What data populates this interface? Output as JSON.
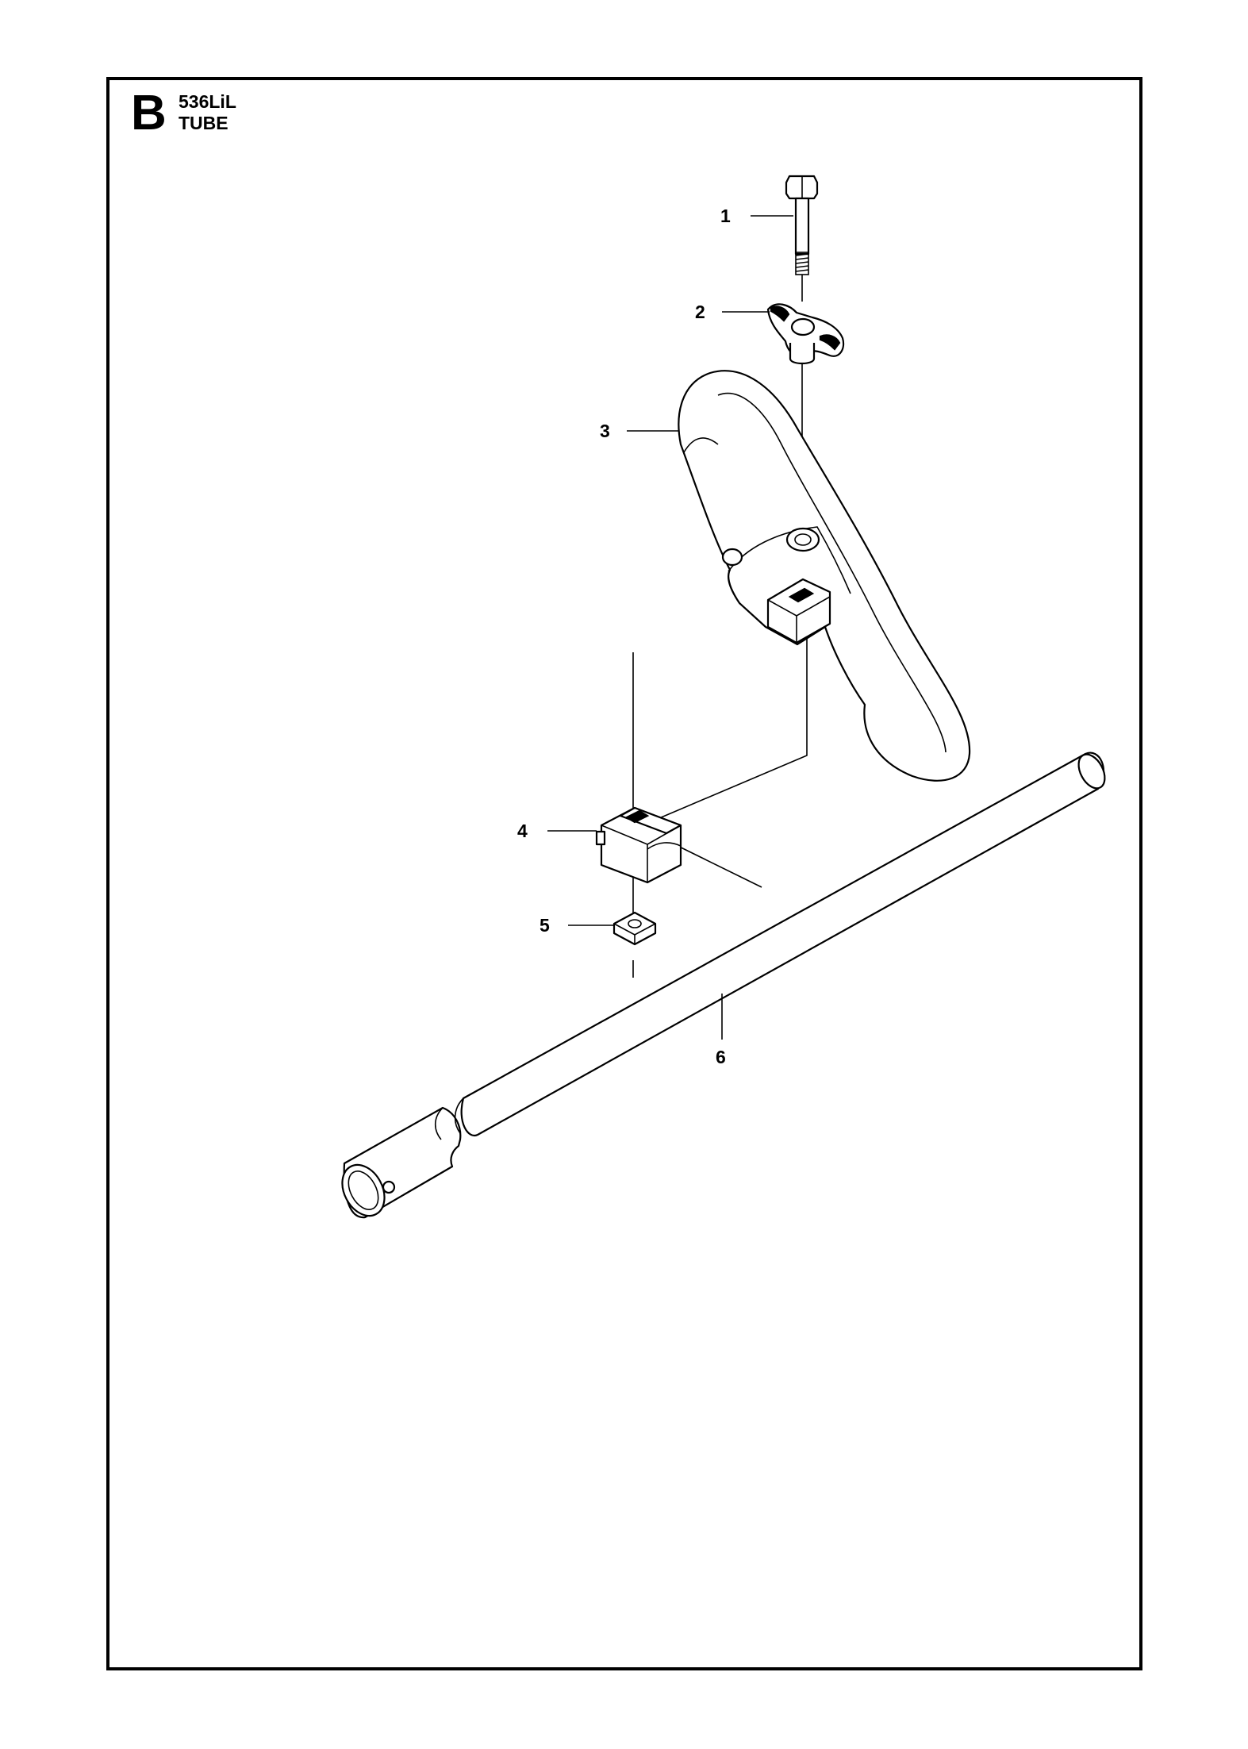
{
  "header": {
    "section_letter": "B",
    "model": "536LiL",
    "title": "TUBE"
  },
  "parts": [
    {
      "number": "1",
      "icon": "bolt-icon"
    },
    {
      "number": "2",
      "icon": "wing-knob-icon"
    },
    {
      "number": "3",
      "icon": "loop-handle-icon"
    },
    {
      "number": "4",
      "icon": "handle-clamp-icon"
    },
    {
      "number": "5",
      "icon": "square-nut-icon"
    },
    {
      "number": "6",
      "icon": "shaft-tube-icon"
    }
  ]
}
